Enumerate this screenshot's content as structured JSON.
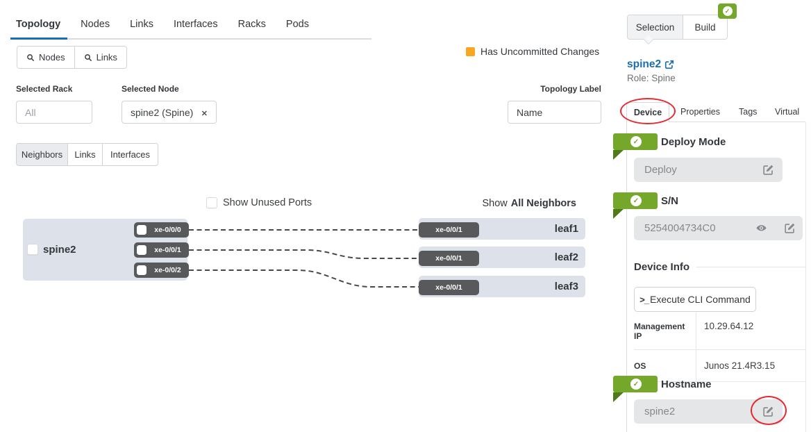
{
  "colors": {
    "accent_blue": "#1a6eae",
    "success_green": "#74a72a",
    "green_fold": "#50791a",
    "warning_orange": "#f9a623",
    "highlight_red": "#e8272e",
    "node_bg": "#dde2ea",
    "port_bg": "#58595b"
  },
  "main_tabs": {
    "active": "Topology",
    "items": [
      {
        "label": "Topology"
      },
      {
        "label": "Nodes"
      },
      {
        "label": "Links"
      },
      {
        "label": "Interfaces"
      },
      {
        "label": "Racks"
      },
      {
        "label": "Pods"
      }
    ]
  },
  "toolbar": {
    "nodes_label": "Nodes",
    "links_label": "Links"
  },
  "filters": {
    "rack_label": "Selected Rack",
    "rack_value": "All",
    "node_label": "Selected Node",
    "node_value": "spine2 (Spine)",
    "topology_label": "Topology Label",
    "topology_value": "Name"
  },
  "legend": {
    "uncommitted_label": "Has Uncommitted Changes"
  },
  "view_tabs": {
    "active": "Neighbors",
    "items": [
      {
        "label": "Neighbors"
      },
      {
        "label": "Links"
      },
      {
        "label": "Interfaces"
      }
    ]
  },
  "diagram": {
    "show_unused_label": "Show Unused Ports",
    "neighbors_filter_prefix": "Show",
    "neighbors_filter_value": "All Neighbors",
    "spine": {
      "name": "spine2",
      "ports": [
        {
          "label": "xe-0/0/0"
        },
        {
          "label": "xe-0/0/1"
        },
        {
          "label": "xe-0/0/2"
        }
      ]
    },
    "leaves": [
      {
        "name": "leaf1",
        "port": "xe-0/0/1"
      },
      {
        "name": "leaf2",
        "port": "xe-0/0/1"
      },
      {
        "name": "leaf3",
        "port": "xe-0/0/1"
      }
    ]
  },
  "panel": {
    "selection_tab": "Selection",
    "build_tab": "Build",
    "node_name": "spine2",
    "node_role": "Role: Spine",
    "active_detail_tab": "Device",
    "detail_tabs": [
      {
        "label": "Device"
      },
      {
        "label": "Properties"
      },
      {
        "label": "Tags"
      },
      {
        "label": "Virtual"
      }
    ],
    "deploy_mode": {
      "title": "Deploy Mode",
      "value": "Deploy"
    },
    "serial": {
      "title": "S/N",
      "value": "5254004734C0"
    },
    "device_info": {
      "title": "Device Info",
      "cli_button_label": "Execute CLI Command",
      "rows": [
        {
          "label": "Management IP",
          "value": "10.29.64.12"
        },
        {
          "label": "OS",
          "value": "Junos 21.4R3.15"
        }
      ]
    },
    "hostname": {
      "title": "Hostname",
      "value": "spine2"
    }
  }
}
